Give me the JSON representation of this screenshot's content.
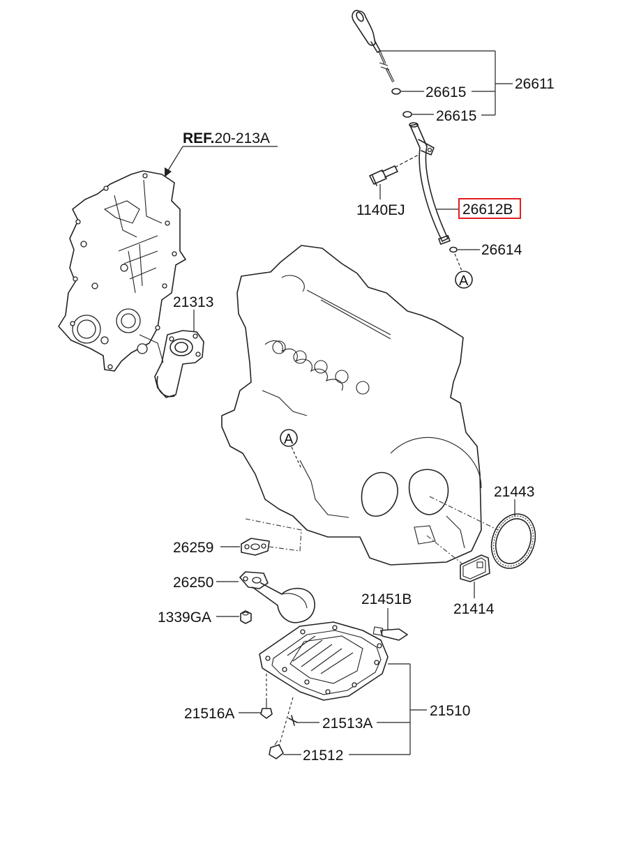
{
  "labels": {
    "p26611": "26611",
    "p26615a": "26615",
    "p26615b": "26615",
    "p1140ej": "1140EJ",
    "p26612b": "26612B",
    "p26614": "26614",
    "ref_prefix": "REF.",
    "ref_code": "20-213A",
    "p21313": "21313",
    "p21443": "21443",
    "p26259": "26259",
    "p26250": "26250",
    "p1339ga": "1339GA",
    "p21451b": "21451B",
    "p21414": "21414",
    "p21510": "21510",
    "p21516a": "21516A",
    "p21513a": "21513A",
    "p21512": "21512"
  },
  "markers": {
    "a_top": "A",
    "a_engine": "A"
  },
  "highlight": {
    "part": "26612B",
    "color": "#e21d1d"
  }
}
